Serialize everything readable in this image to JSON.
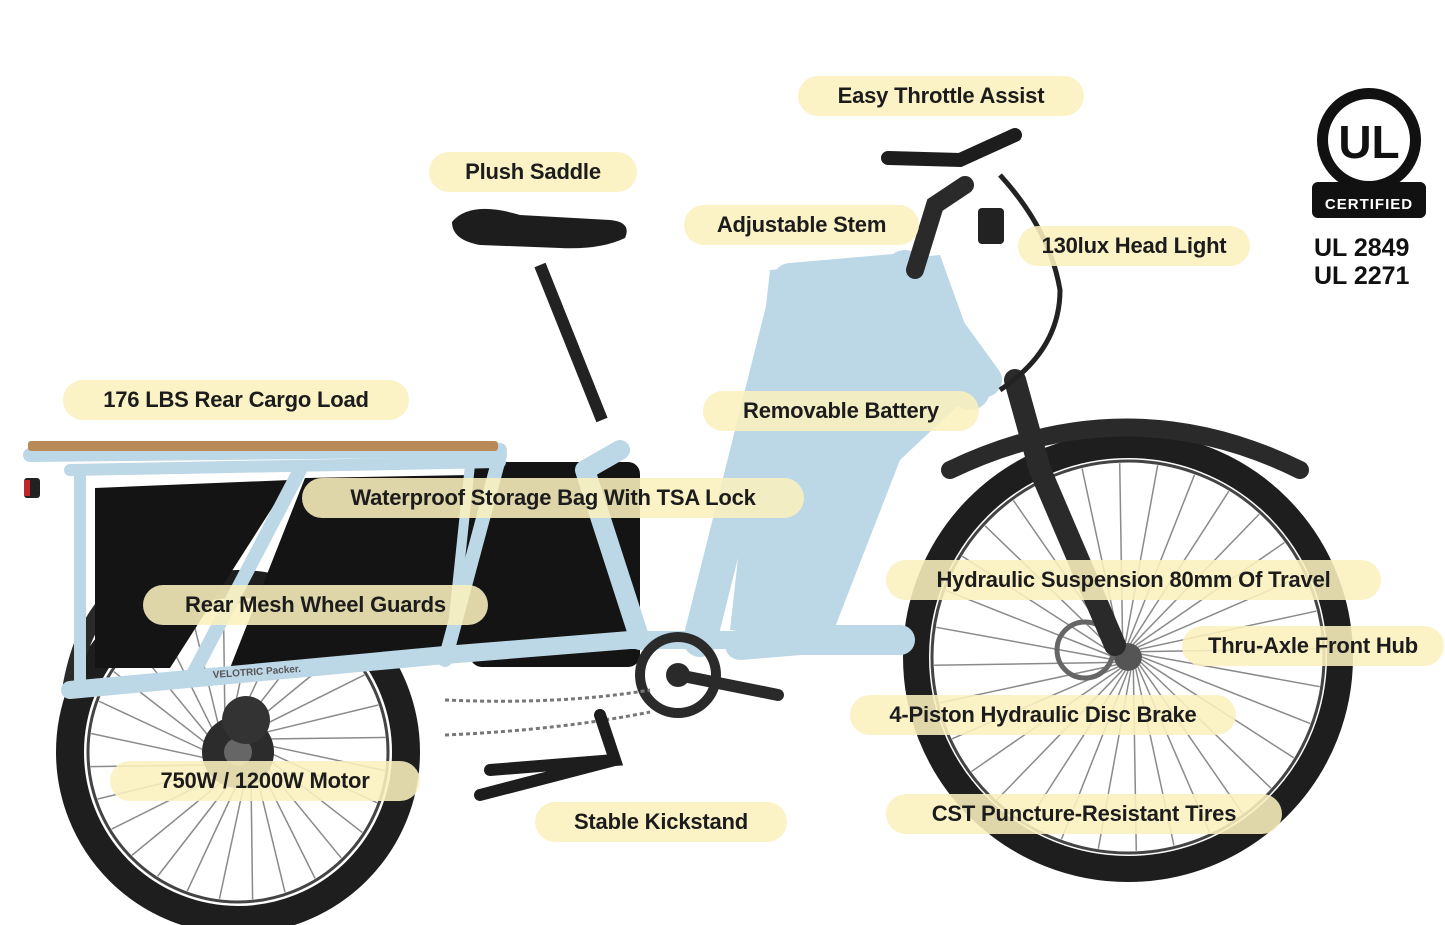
{
  "labels": {
    "throttle": "Easy Throttle Assist",
    "saddle": "Plush Saddle",
    "stem": "Adjustable Stem",
    "headlight": "130lux Head Light",
    "cargo_load": "176 LBS Rear Cargo Load",
    "battery": "Removable Battery",
    "storage_bag": "Waterproof Storage Bag With TSA Lock",
    "wheel_guards": "Rear Mesh Wheel Guards",
    "suspension": "Hydraulic Suspension 80mm Of Travel",
    "hub": "Thru-Axle Front Hub",
    "brake": "4-Piston Hydraulic Disc Brake",
    "motor": "750W / 1200W Motor",
    "kickstand": "Stable Kickstand",
    "tires": "CST Puncture-Resistant Tires"
  },
  "certification": {
    "logo_text": "UL",
    "certified_text": "CERTIFIED",
    "standards": [
      "UL 2849",
      "UL 2271"
    ]
  },
  "bike": {
    "frame_text": "VELOTRIC Packer.",
    "frame_color": "#bcd7e6",
    "tire_color": "#1e1e1e",
    "deck_color": "#b88a58",
    "bag_color": "#141414"
  },
  "tag_color": "#faf0be"
}
